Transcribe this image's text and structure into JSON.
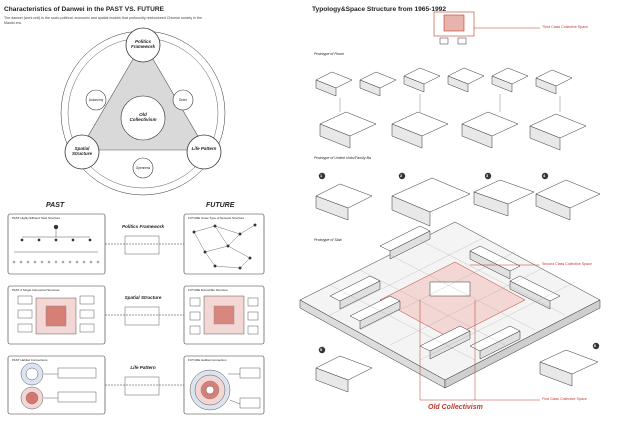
{
  "left": {
    "title": "Characteristics of Danwei in the PAST VS. FUTURE",
    "description": "The danwei (work unit) is the socio-political, economic and spatial models that profoundly restructured Chinese society in the Maoist era.",
    "diagram": {
      "center": "Old Collectivism",
      "nodes": [
        "Politics Framework",
        "Spatial Structure",
        "Life Pattern"
      ],
      "inner": [
        "Autonomy",
        "Order",
        "Openness"
      ]
    },
    "past_heading": "PAST",
    "future_heading": "FUTURE",
    "rows": [
      {
        "label": "Politics Framework",
        "past_caption": "PAST  Highly Efficient Task Structure",
        "future_caption": "FUTURE  Close Type of Network Structure"
      },
      {
        "label": "Spatial Structure",
        "past_caption": "PAST  A Single Introverted Structure",
        "future_caption": "FUTURE  Extensible Structure"
      },
      {
        "label": "Life Pattern",
        "past_caption": "PAST  Habitat Connections",
        "future_caption": "FUTURE  Habitat Connection"
      }
    ]
  },
  "right": {
    "title": "Typology&Space Structure from 1965-1992",
    "labels": {
      "prototype_room": "Prototype of Room",
      "prototype_unit": "Prototype of United Units/Family Ba",
      "prototype_slab": "Prototype of Slab",
      "third_class": "Third Class Collective Space",
      "second_class": "Second Class Collective Space",
      "first_class": "First Class Collective Space",
      "bottom_title": "Old Collectivism"
    },
    "numbers": [
      "1",
      "2",
      "3",
      "4",
      "5",
      "6"
    ]
  },
  "colors": {
    "accent_red": "#c0392b",
    "line": "#333333",
    "gray_fill": "#d9d9d9",
    "pink_fill": "#f2d7d5"
  }
}
